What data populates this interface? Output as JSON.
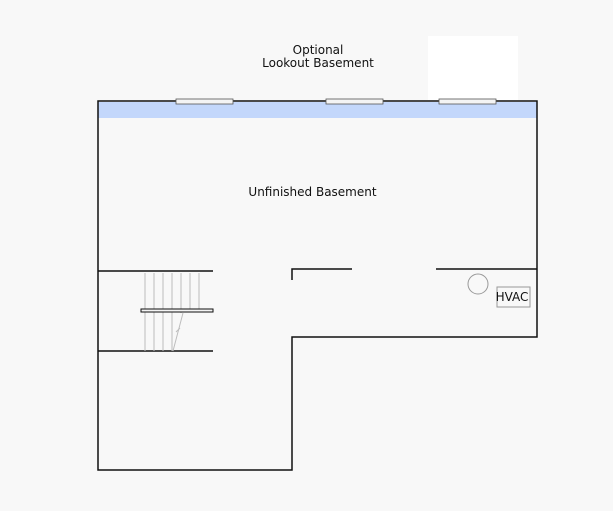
{
  "floorplan": {
    "optional_label_line1": "Optional",
    "optional_label_line2": "Lookout Basement",
    "room_label": "Unfinished Basement",
    "hvac_label": "HVAC"
  },
  "colors": {
    "background": "#f8f8f8",
    "wall": "#111111",
    "lookout_band": "#c3d7fb",
    "window_fill": "#f4f4f4",
    "stair_line": "#bdbdbd",
    "outline_gray": "#999999"
  }
}
